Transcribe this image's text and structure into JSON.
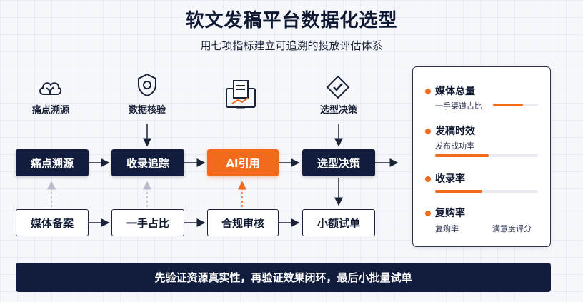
{
  "header": {
    "title": "软文发稿平台数据化选型",
    "subtitle": "用七项指标建立可追溯的投放评估体系"
  },
  "icons": [
    {
      "name": "cloud-pain-icon",
      "label": "痛点溯源"
    },
    {
      "name": "shield-check-icon",
      "label": "数据核验"
    },
    {
      "name": "monitor-doc-icon",
      "label": ""
    },
    {
      "name": "decision-diamond-icon",
      "label": "选型决策"
    }
  ],
  "flow": {
    "top_row": [
      "痛点溯源",
      "收录追踪",
      "AI引用",
      "选型决策"
    ],
    "bottom_row": [
      "媒体备案",
      "一手占比",
      "合规审核",
      "小额试单"
    ]
  },
  "metrics": [
    {
      "title": "媒体总量",
      "sub_left": "一手渠道占比",
      "sub_right": "",
      "fill": 0.67
    },
    {
      "title": "发稿时效",
      "sub_left": "发布成功率",
      "sub_right": "",
      "fill": 0.52
    },
    {
      "title": "收录率",
      "sub_left": "",
      "sub_right": "",
      "fill": 0.46
    },
    {
      "title": "复购率",
      "sub_left": "复购率",
      "sub_right": "满意度评分",
      "fill": null
    }
  ],
  "footer": {
    "banner": "先验证资源真实性，再验证效果闭环，最后小批量试单"
  },
  "colors": {
    "navy": "#121c3d",
    "accent": "#f26b1d",
    "background": "#f6f7fb"
  }
}
